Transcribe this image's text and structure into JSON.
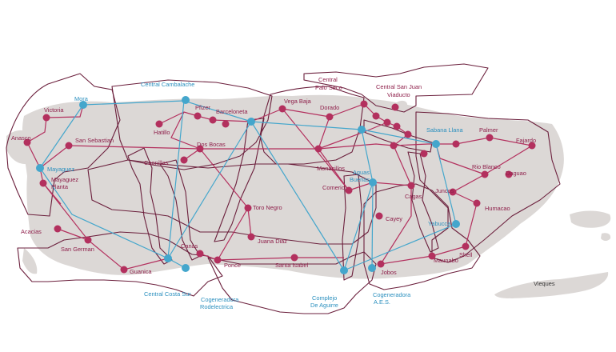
{
  "colors": {
    "land": "#dcd8d6",
    "zone_border": "#6b1f3c",
    "red_line": "#b3305e",
    "blue_line": "#44a6cc",
    "red_label": "#8e1f4a",
    "blue_label": "#2a8fbe"
  },
  "labels": {
    "victoria": "Victoria",
    "mora": "Mora",
    "central_cambalache": "Central Cambalache",
    "pfizer": "Pfizer",
    "barceloneta": "Barceloneta",
    "hatillo": "Hatillo",
    "vega_baja": "Vega Baja",
    "dorado": "Dorado",
    "central_palo_seco_1": "Central",
    "central_palo_seco_2": "Palo Seco",
    "central_sj_1": "Central San Juan",
    "central_sj_2": "Viaducto",
    "anasco": "Anasco",
    "san_sebastian": "San Sebastian",
    "dos_bocas": "Dos Bocas",
    "mayaguez": "Mayaguez",
    "mayaguez_planta_1": "Mayaguez",
    "mayaguez_planta_2": "Planta",
    "caonillas": "Caonillas",
    "monacillos": "Monacillos",
    "aguas_buenas_1": "Aguas",
    "aguas_buenas_2": "Buenas",
    "comerio": "Comerio",
    "sabana_llana": "Sabana Llana",
    "palmer": "Palmer",
    "fajardo": "Fajardo",
    "rio_blanco": "Rio Blanco",
    "daguao": "Daguao",
    "juncos": "Juncos",
    "humacao": "Humacao",
    "cagas": "Cagas",
    "toro_negro": "Toro Negro",
    "cayey": "Cayey",
    "yabucca": "Yabucca",
    "acacias": "Acacias",
    "san_german": "San German",
    "juana_diaz": "Juana Diaz",
    "canas": "Canas",
    "ponce": "Ponce",
    "santa_isabel": "Santa Isabel",
    "shell": "Shell",
    "maunabo": "Maunabo",
    "jobos": "Jobos",
    "guanica": "Guanica",
    "central_costa_sur": "Central Costa Sur",
    "cogeneradora_rod_1": "Cogeneradora",
    "cogeneradora_rod_2": "Rodelectrica",
    "complejo_1": "Complejo",
    "complejo_2": "De Aguirre",
    "cogeneradora_aes_1": "Cogeneradora",
    "cogeneradora_aes_2": "A.E.S.",
    "vieques": "Vieques"
  }
}
